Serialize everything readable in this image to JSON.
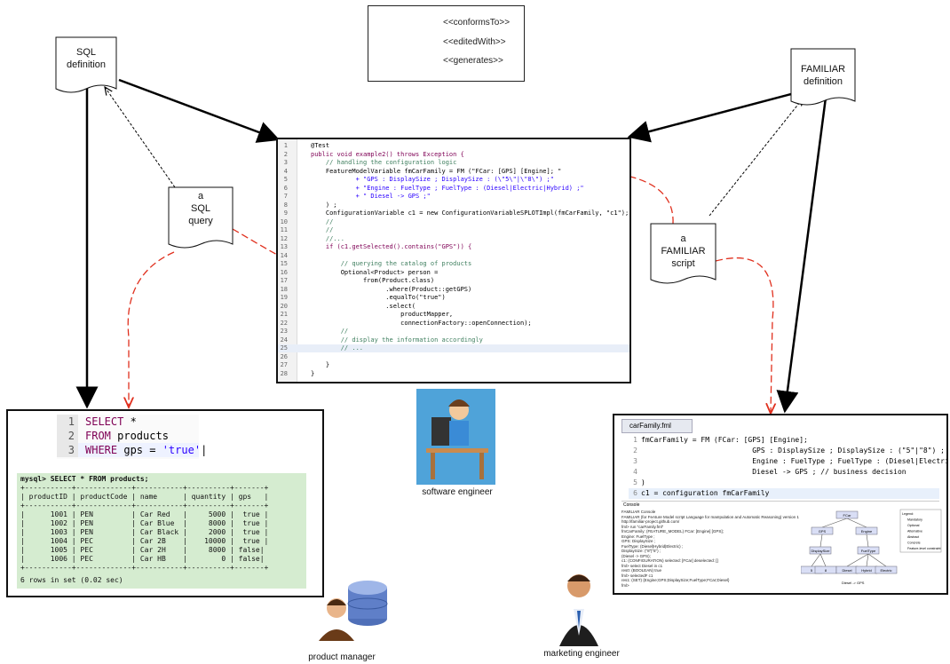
{
  "legend": {
    "items": [
      {
        "label": "<<conformsTo>>"
      },
      {
        "label": "<<editedWith>>"
      },
      {
        "label": "<<generates>>"
      }
    ]
  },
  "documents": {
    "sql_definition": [
      "SQL",
      "definition"
    ],
    "familiar_definition": [
      "FAMILIAR",
      "definition"
    ],
    "sql_query": [
      "a",
      "SQL",
      "query"
    ],
    "familiar_script": [
      "a",
      "FAMILIAR",
      "script"
    ]
  },
  "java_code": [
    {
      "n": "1",
      "text": "@Test"
    },
    {
      "n": "2",
      "text": "public void example2() throws Exception {"
    },
    {
      "n": "3",
      "text": "    // handling the configuration logic"
    },
    {
      "n": "4",
      "text": "    FeatureModelVariable fmCarFamily = FM (\"FCar: [GPS] [Engine]; \""
    },
    {
      "n": "5",
      "text": "            + \"GPS : DisplaySize ; DisplaySize : (\\\"5\\\"|\\\"8\\\") ;\""
    },
    {
      "n": "6",
      "text": "            + \"Engine : FuelType ; FuelType : (Diesel|Electric|Hybrid) ;\""
    },
    {
      "n": "7",
      "text": "            + \" Diesel -> GPS ;\""
    },
    {
      "n": "8",
      "text": "    ) ;"
    },
    {
      "n": "9",
      "text": "    ConfigurationVariable c1 = new ConfigurationVariableSPLOTImpl(fmCarFamily, \"c1\");"
    },
    {
      "n": "10",
      "text": "    //"
    },
    {
      "n": "11",
      "text": "    //"
    },
    {
      "n": "12",
      "text": "    //..."
    },
    {
      "n": "13",
      "text": "    if (c1.getSelected().contains(\"GPS\")) {"
    },
    {
      "n": "14",
      "text": ""
    },
    {
      "n": "15",
      "text": "        // querying the catalog of products"
    },
    {
      "n": "16",
      "text": "        Optional<Product> person ="
    },
    {
      "n": "17",
      "text": "              from(Product.class)"
    },
    {
      "n": "18",
      "text": "                    .where(Product::getGPS)"
    },
    {
      "n": "19",
      "text": "                    .equalTo(\"true\")"
    },
    {
      "n": "20",
      "text": "                    .select("
    },
    {
      "n": "21",
      "text": "                        productMapper,"
    },
    {
      "n": "22",
      "text": "                        connectionFactory::openConnection);"
    },
    {
      "n": "23",
      "text": "        //"
    },
    {
      "n": "24",
      "text": "        // display the information accordingly"
    },
    {
      "n": "25",
      "text": "        // ..."
    },
    {
      "n": "26",
      "text": ""
    },
    {
      "n": "27",
      "text": "    }"
    },
    {
      "n": "28",
      "text": "}"
    }
  ],
  "sql_code": [
    {
      "n": "1",
      "text": "SELECT *"
    },
    {
      "n": "2",
      "text": "FROM products"
    },
    {
      "n": "3",
      "text": "WHERE gps = 'true'"
    }
  ],
  "mysql_output": [
    "mysql> SELECT * FROM products;",
    "+-----------+-------------+-----------+----------+-------+",
    "| productID | productCode | name      | quantity | gps   |",
    "+-----------+-------------+-----------+----------+-------+",
    "|      1001 | PEN         | Car Red   |     5000 |  true |",
    "|      1002 | PEN         | Car Blue  |     8000 |  true |",
    "|      1003 | PEN         | Car Black |     2000 |  true |",
    "|      1004 | PEC         | Car 2B    |    10000 |  true |",
    "|      1005 | PEC         | Car 2H    |     8000 | false|",
    "|      1006 | PEC         | Car HB    |        0 | false|",
    "+-----------+-------------+-----------+----------+-------+",
    "6 rows in set (0.02 sec)"
  ],
  "fml_editor": {
    "tab": "carFamily.fml",
    "lines": [
      {
        "n": "1",
        "text": "fmCarFamily = FM (FCar: [GPS] [Engine];"
      },
      {
        "n": "2",
        "text": "                          GPS : DisplaySize ; DisplaySize : (\"5\"|\"8\") ;"
      },
      {
        "n": "3",
        "text": "                          Engine : FuelType ; FuelType : (Diesel|Electric|Hybrid) ;"
      },
      {
        "n": "4",
        "text": "                          Diesel -> GPS ; // business decision"
      },
      {
        "n": "5",
        "text": ")"
      },
      {
        "n": "6",
        "text": "c1 = configuration fmCarFamily"
      }
    ],
    "console_title": "Console",
    "console": [
      "FAMILIAR Console",
      "FAMILIAR (for FeAture Model scrIpt Language for manIpulation and Automatic Reasoning)  version 1.1",
      "http://familiar-project.github.com/",
      "fml> run \"carFamily.fml\"",
      "fmCarFamily: (FEATURE_MODEL) FCar: [Engine] [GPS];",
      "Engine: FuelType ;",
      "GPS: DisplaySize ;",
      "FuelType: (Diesel|Hybrid|Electric) ;",
      "DisplaySize: (\"8\"|\"5\") ;",
      "(Diesel -> GPS);",
      "c1: (CONFIGURATION) selected: [FCar]        deselected: []",
      "fml> select Diesel in c1",
      "res0: (BOOLEAN) true",
      "fml> selectedF c1",
      "res1: (SET) {Engine;GPS;DisplaySize;FuelType;FCar;Diesel}",
      "fml>"
    ],
    "tree_labels": [
      "FCar",
      "GPS",
      "Engine",
      "DisplaySize",
      "FuelType",
      "5",
      "8",
      "Diesel",
      "Hybrid",
      "Electric",
      "Diesel -> GPS"
    ],
    "tree_legend": [
      "Legend:",
      "Mandatory",
      "Optional",
      "Alternative",
      "Abstract",
      "Concrete",
      "Feature-level constraint"
    ]
  },
  "actors": {
    "software_engineer": "software engineer",
    "product_manager": "product manager",
    "marketing_engineer": "marketing engineer"
  },
  "colors": {
    "edited": "#e0301e",
    "generates": "#000000",
    "highlight": "#e8eef8"
  }
}
